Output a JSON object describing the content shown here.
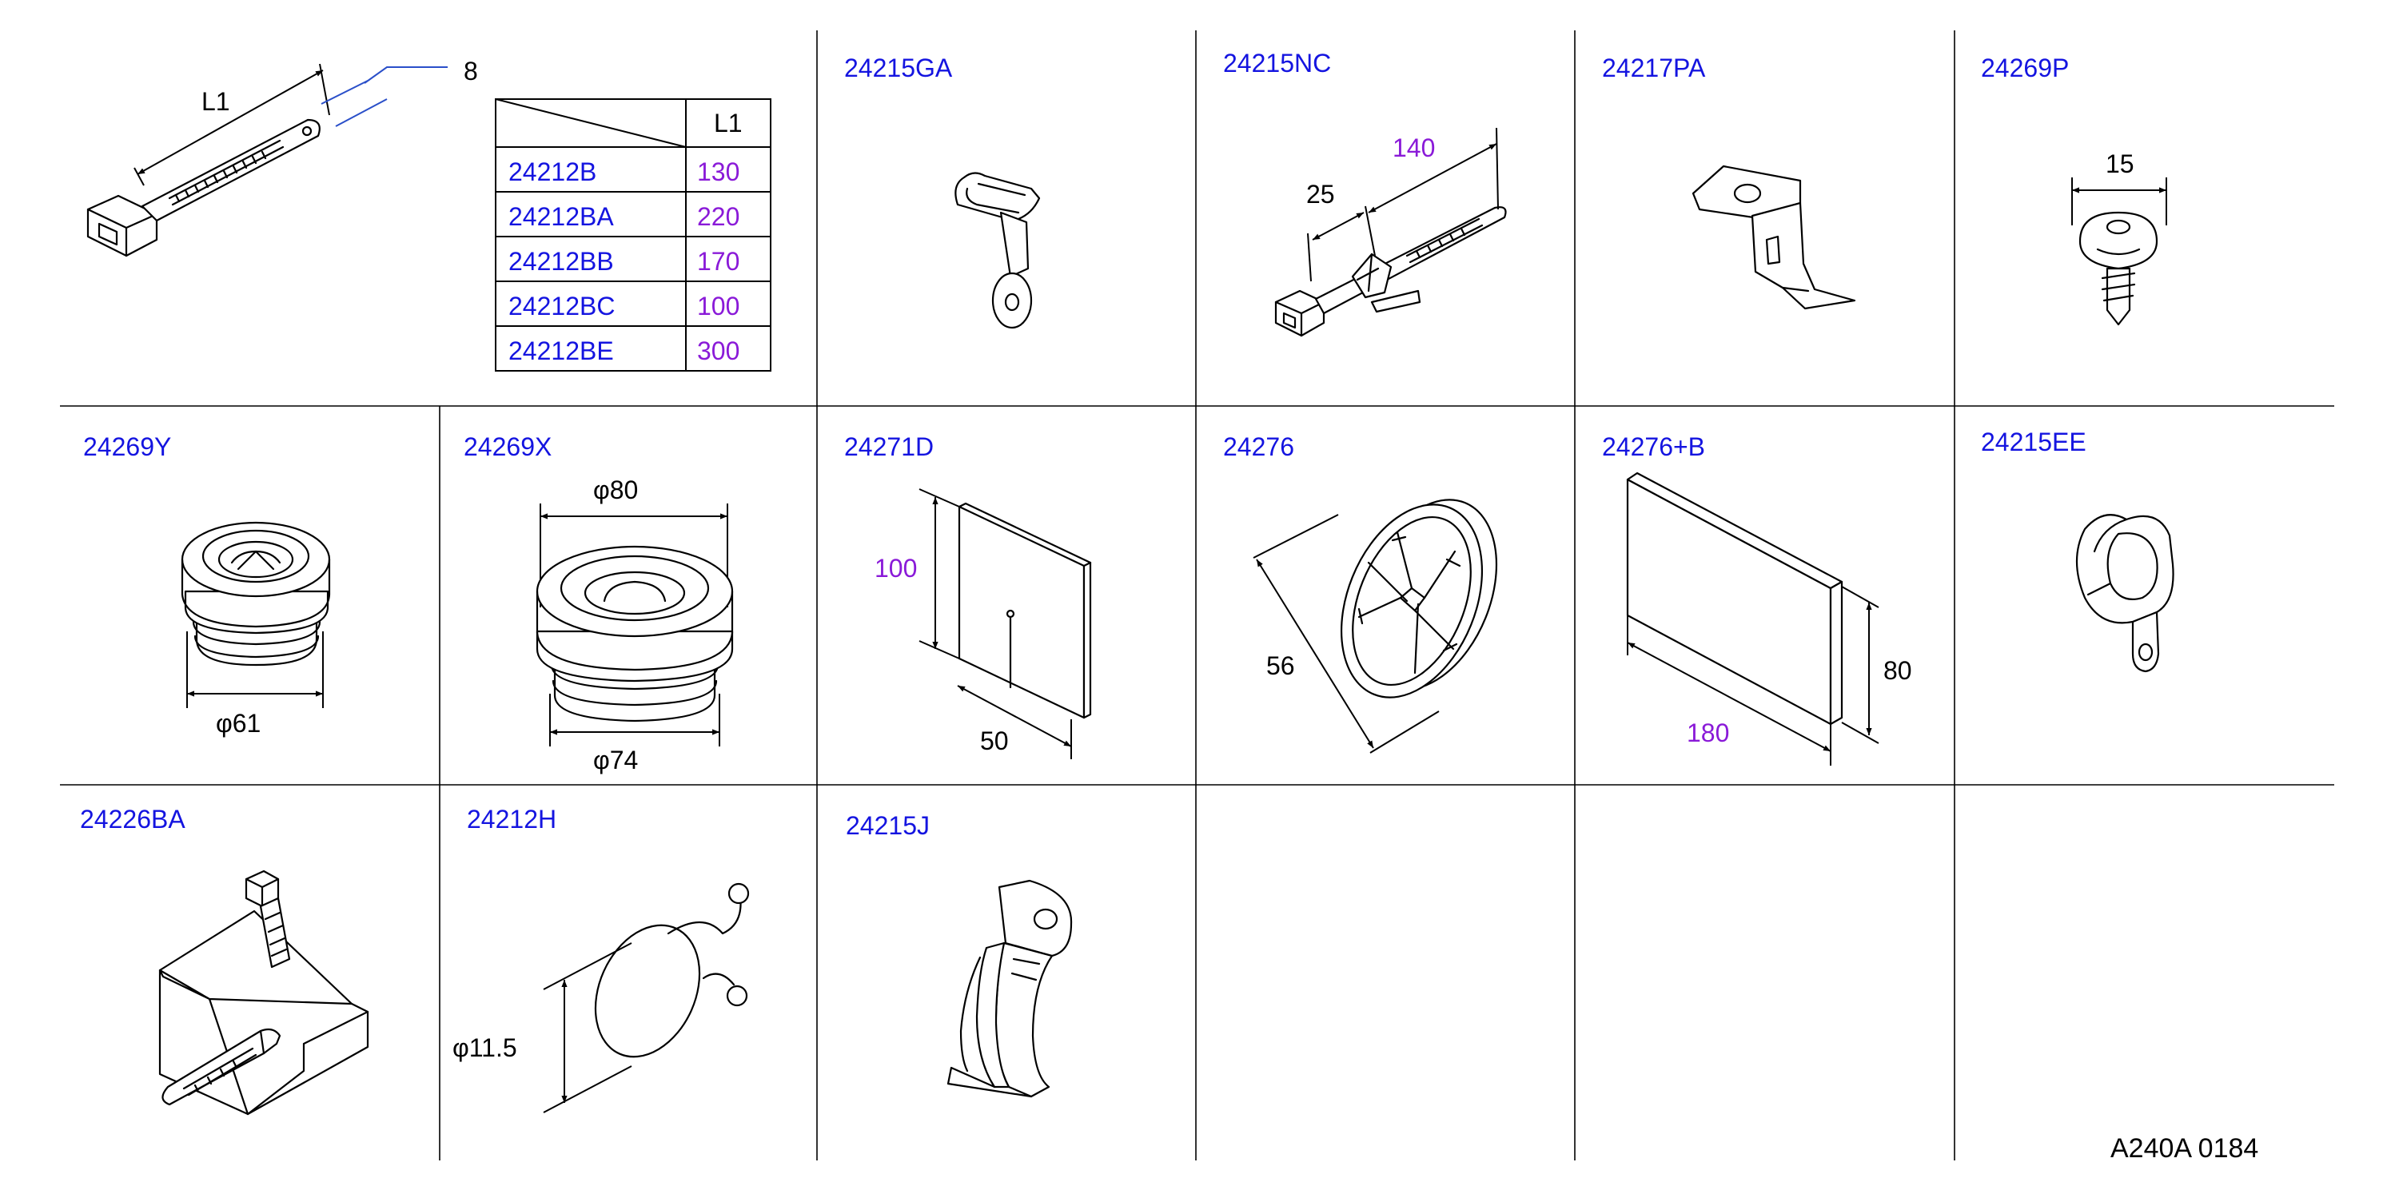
{
  "diagram": {
    "footer_code": "A240A  0184",
    "cells": {
      "tie": {
        "dims": {
          "length_label": "L1",
          "thickness": "8"
        },
        "table": {
          "header": "L1",
          "rows": [
            {
              "part": "24212B",
              "length": "130"
            },
            {
              "part": "24212BA",
              "length": "220"
            },
            {
              "part": "24212BB",
              "length": "170"
            },
            {
              "part": "24212BC",
              "length": "100"
            },
            {
              "part": "24212BE",
              "length": "300"
            }
          ]
        }
      },
      "c24215GA": {
        "part": "24215GA"
      },
      "c24215NC": {
        "part": "24215NC",
        "dims": {
          "length": "140",
          "width": "25"
        }
      },
      "c24217PA": {
        "part": "24217PA"
      },
      "c24269P": {
        "part": "24269P",
        "dims": {
          "diameter": "15"
        }
      },
      "c24269Y": {
        "part": "24269Y",
        "dims": {
          "diameter": "φ61"
        }
      },
      "c24269X": {
        "part": "24269X",
        "dims": {
          "outer": "φ80",
          "inner": "φ74"
        }
      },
      "c24271D": {
        "part": "24271D",
        "dims": {
          "height": "100",
          "width": "50"
        }
      },
      "c24276": {
        "part": "24276",
        "dims": {
          "diameter": "56"
        }
      },
      "c24276B": {
        "part": "24276+B",
        "dims": {
          "length": "180",
          "height": "80"
        }
      },
      "c24215EE": {
        "part": "24215EE"
      },
      "c24226BA": {
        "part": "24226BA"
      },
      "c24212H": {
        "part": "24212H",
        "dims": {
          "diameter": "φ11.5"
        }
      },
      "c24215J": {
        "part": "24215J"
      }
    }
  }
}
